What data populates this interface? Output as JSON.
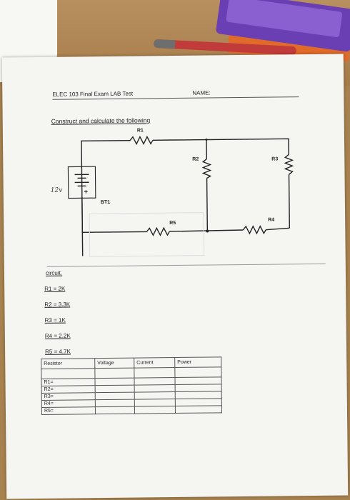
{
  "header": {
    "course": "ELEC 103 Final Exam LAB Test",
    "name_label": "NAME:"
  },
  "instruction": "Construct and calculate the following",
  "schematic": {
    "voltage": "12v",
    "battery": "BT1",
    "resistors": [
      "R1",
      "R2",
      "R3",
      "R4",
      "R5"
    ],
    "battery_plus": "+"
  },
  "circuit_label": "circuit.",
  "values": [
    "R1 = 2K",
    "R2 = 3.3K",
    "R3 = 1K",
    "R4 = 2.2K",
    "R5 = 4.7K"
  ],
  "table": {
    "headers": [
      "Resistor",
      "Voltage",
      "Current",
      "Power"
    ],
    "rows": [
      "R1=",
      "R2=",
      "R3=",
      "R4=",
      "R5="
    ]
  }
}
